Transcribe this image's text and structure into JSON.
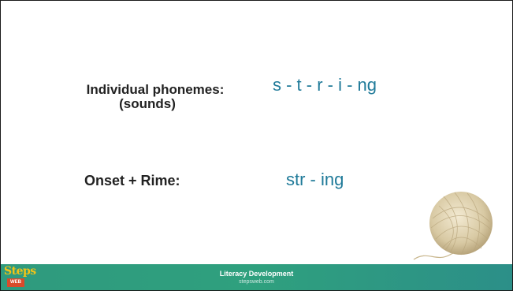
{
  "slide": {
    "phonemes": {
      "label_line1": "Individual phonemes:",
      "label_line2": "(sounds)",
      "value": "s - t - r - i - ng"
    },
    "onset_rime": {
      "label": "Onset + Rime:",
      "value": "str - ing"
    },
    "image": "ball-of-string"
  },
  "footer": {
    "logo_top": "Steps",
    "logo_bottom": "WEB",
    "title": "Literacy Development",
    "url": "stepsweb.com"
  },
  "colors": {
    "accent_text": "#1f7a99",
    "footer_bg": "#2f9a7e",
    "logo_yellow": "#f3c316",
    "logo_red": "#d94b2b"
  }
}
